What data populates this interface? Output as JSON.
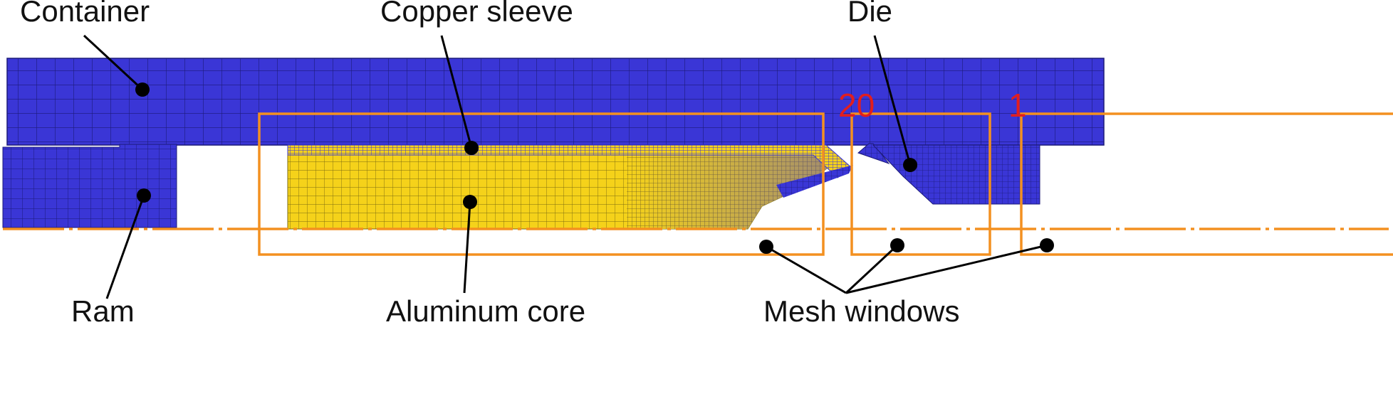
{
  "labels": {
    "container": "Container",
    "copper_sleeve": "Copper sleeve",
    "die": "Die",
    "ram": "Ram",
    "aluminum_core": "Aluminum core",
    "mesh_windows": "Mesh windows"
  },
  "window_numbers": {
    "window_2": "20",
    "window_3": "1"
  },
  "colors": {
    "mesh_blue": "#3a36d6",
    "mesh_yellow": "#f5d21a",
    "mesh_line": "#1c1a7a",
    "core_line": "#7a6a10",
    "window_orange": "#f39020",
    "number_red": "#e21e1e",
    "leader_black": "#000000"
  }
}
